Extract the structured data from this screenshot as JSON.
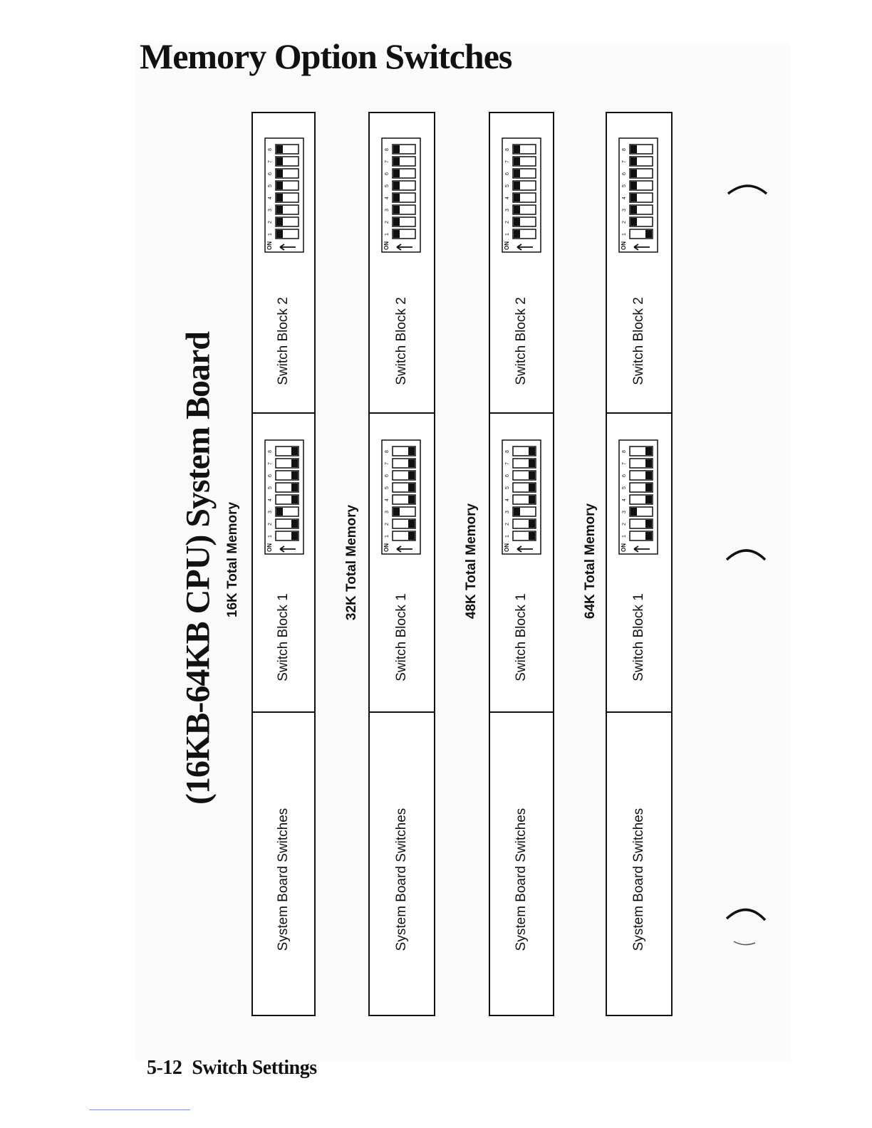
{
  "page": {
    "title": "Memory Option Switches",
    "board_heading": "(16KB-64KB CPU) System Board",
    "footer": {
      "page_number": "5-12",
      "section": "Switch Settings"
    }
  },
  "switch_glyphs": {
    "on_label": "ON",
    "on_glyph": "ON",
    "arrow": "arrow-icon"
  },
  "configurations": [
    {
      "memory_label": "16K Total Memory",
      "row_labels": [
        "System Board Switches",
        "Switch Block 1",
        "Switch Block 2"
      ],
      "block1": {
        "positions": [
          "1",
          "2",
          "3",
          "4",
          "5",
          "6",
          "7",
          "8"
        ],
        "on": [
          false,
          false,
          true,
          false,
          false,
          false,
          false,
          false
        ]
      },
      "block2": {
        "positions": [
          "1",
          "2",
          "3",
          "4",
          "5",
          "6",
          "7",
          "8"
        ],
        "on": [
          true,
          true,
          true,
          true,
          true,
          true,
          true,
          true
        ]
      }
    },
    {
      "memory_label": "32K Total Memory",
      "row_labels": [
        "System Board Switches",
        "Switch Block 1",
        "Switch Block 2"
      ],
      "block1": {
        "positions": [
          "1",
          "2",
          "3",
          "4",
          "5",
          "6",
          "7",
          "8"
        ],
        "on": [
          false,
          false,
          true,
          false,
          false,
          false,
          false,
          false
        ]
      },
      "block2": {
        "positions": [
          "1",
          "2",
          "3",
          "4",
          "5",
          "6",
          "7",
          "8"
        ],
        "on": [
          true,
          true,
          true,
          true,
          true,
          true,
          true,
          true
        ]
      }
    },
    {
      "memory_label": "48K Total Memory",
      "row_labels": [
        "System Board Switches",
        "Switch Block 1",
        "Switch Block 2"
      ],
      "block1": {
        "positions": [
          "1",
          "2",
          "3",
          "4",
          "5",
          "6",
          "7",
          "8"
        ],
        "on": [
          false,
          false,
          true,
          false,
          false,
          false,
          false,
          false
        ]
      },
      "block2": {
        "positions": [
          "1",
          "2",
          "3",
          "4",
          "5",
          "6",
          "7",
          "8"
        ],
        "on": [
          true,
          true,
          true,
          true,
          true,
          true,
          true,
          true
        ]
      }
    },
    {
      "memory_label": "64K Total Memory",
      "row_labels": [
        "System Board Switches",
        "Switch Block 1",
        "Switch Block 2"
      ],
      "block1": {
        "positions": [
          "1",
          "2",
          "3",
          "4",
          "5",
          "6",
          "7",
          "8"
        ],
        "on": [
          false,
          false,
          true,
          false,
          false,
          false,
          false,
          false
        ]
      },
      "block2": {
        "positions": [
          "1",
          "2",
          "3",
          "4",
          "5",
          "6",
          "7",
          "8"
        ],
        "on": [
          false,
          true,
          true,
          true,
          true,
          true,
          true,
          true
        ]
      }
    }
  ]
}
